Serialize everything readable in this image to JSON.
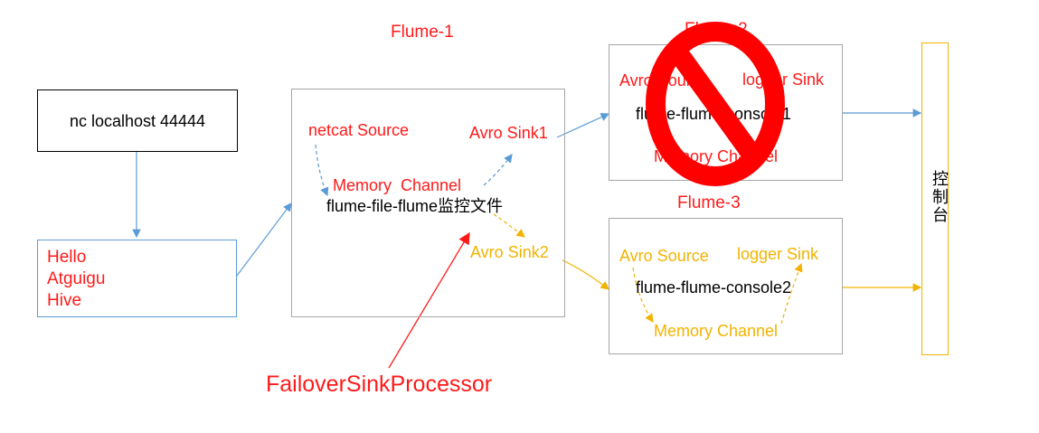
{
  "flume1": {
    "title": "Flume-1",
    "box_label": "flume-file-flume监控文件",
    "source": "netcat Source",
    "channel": "Memory  Channel",
    "sink1": "Avro Sink1",
    "sink2": "Avro Sink2"
  },
  "flume2": {
    "title": "Flume-2",
    "source": "Avro Source",
    "sink": "logger Sink",
    "box_label": "flume-flume-console1",
    "channel": "Memory Channel",
    "status_icon": "prohibited-icon"
  },
  "flume3": {
    "title": "Flume-3",
    "source": "Avro Source",
    "sink": "logger Sink",
    "box_label": "flume-flume-console2",
    "channel": "Memory Channel"
  },
  "nc_command": "nc localhost 44444",
  "input_lines": [
    "Hello",
    "Atguigu",
    "Hive"
  ],
  "console_label": "控制台",
  "processor_label": "FailoverSinkProcessor",
  "colors": {
    "red": "#ff1a1a",
    "yellow": "#f2b300",
    "blue": "#5b9bd5",
    "gray_border": "#a6a6a6",
    "prohibit_red": "#ff0000"
  }
}
